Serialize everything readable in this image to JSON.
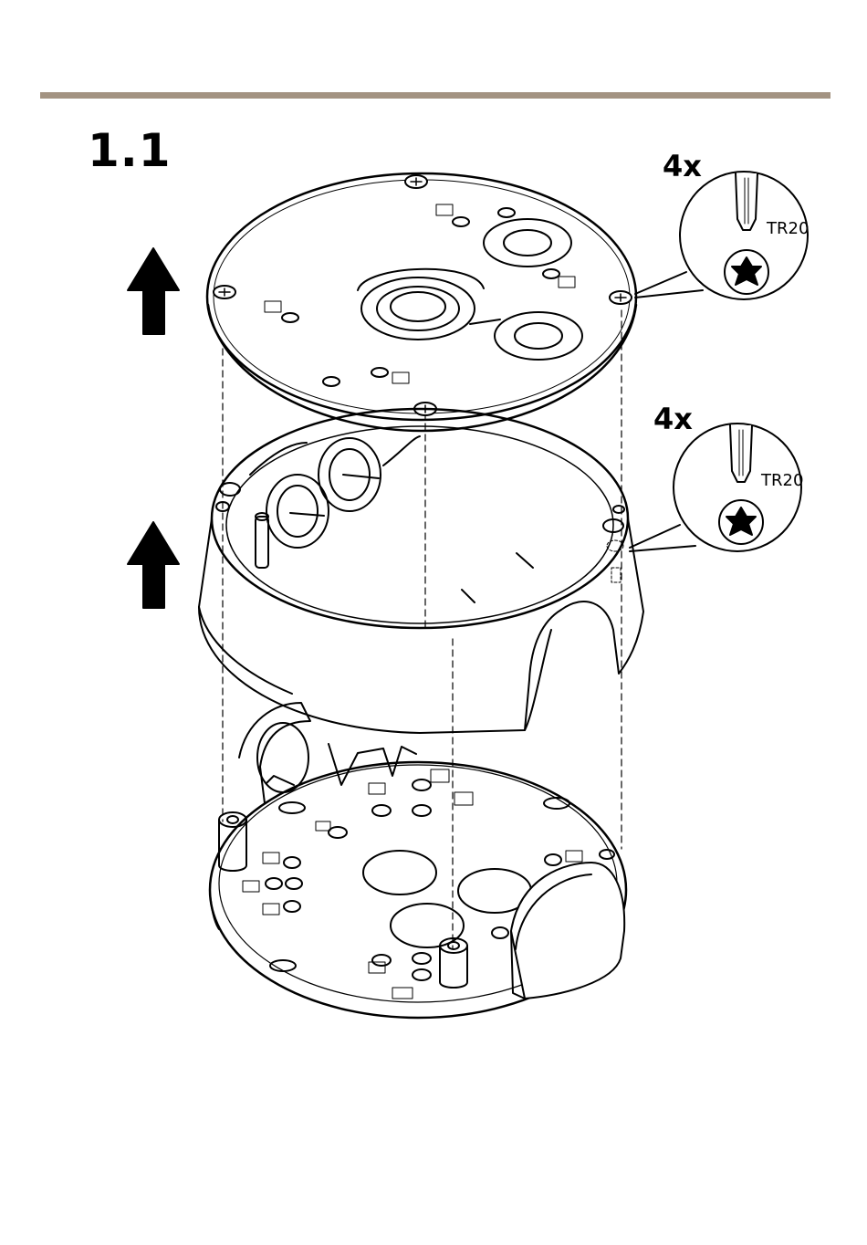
{
  "step": {
    "number": "1.1"
  },
  "callouts": [
    {
      "count": "4x",
      "tool": "TR20",
      "icon": "torx-screwdriver-icon"
    },
    {
      "count": "4x",
      "tool": "TR20",
      "icon": "torx-screwdriver-icon"
    }
  ],
  "colors": {
    "rule": "#a39382",
    "line": "#000000"
  },
  "illustration": {
    "parts": [
      "top-plate",
      "housing-ring",
      "base-plate"
    ],
    "arrows": [
      "up-arrow-icon",
      "up-arrow-icon"
    ]
  }
}
